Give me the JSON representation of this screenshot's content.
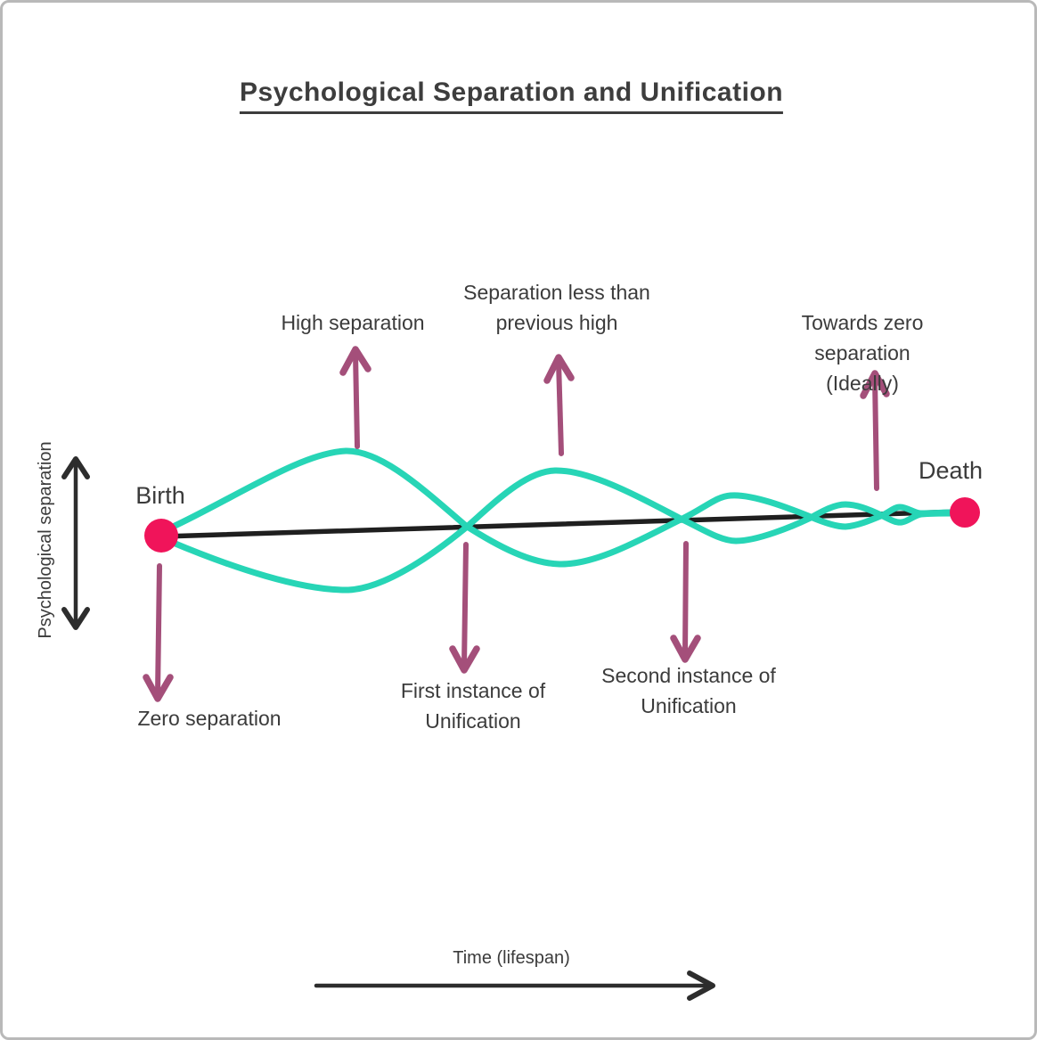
{
  "title": "Psychological Separation and Unification",
  "endpoints": {
    "birth": "Birth",
    "death": "Death"
  },
  "axes": {
    "y_label": "Psychological separation",
    "x_label": "Time (lifespan)"
  },
  "annotations": {
    "high_separation": "High separation",
    "separation_less": "Separation less than\nprevious high",
    "towards_zero": "Towards zero separation\n(Ideally)",
    "zero_separation": "Zero separation",
    "first_unification": "First instance of\nUnification",
    "second_unification": "Second instance of\nUnification"
  },
  "colors": {
    "curve_teal": "#27d5b6",
    "timeline_black": "#1f1f1f",
    "dot_pink": "#f0145a",
    "arrow_purple": "#a44f7a",
    "axis_dark": "#2d2d2d",
    "text_dark": "#3b3b3b",
    "page_border": "#b9b9b9"
  }
}
